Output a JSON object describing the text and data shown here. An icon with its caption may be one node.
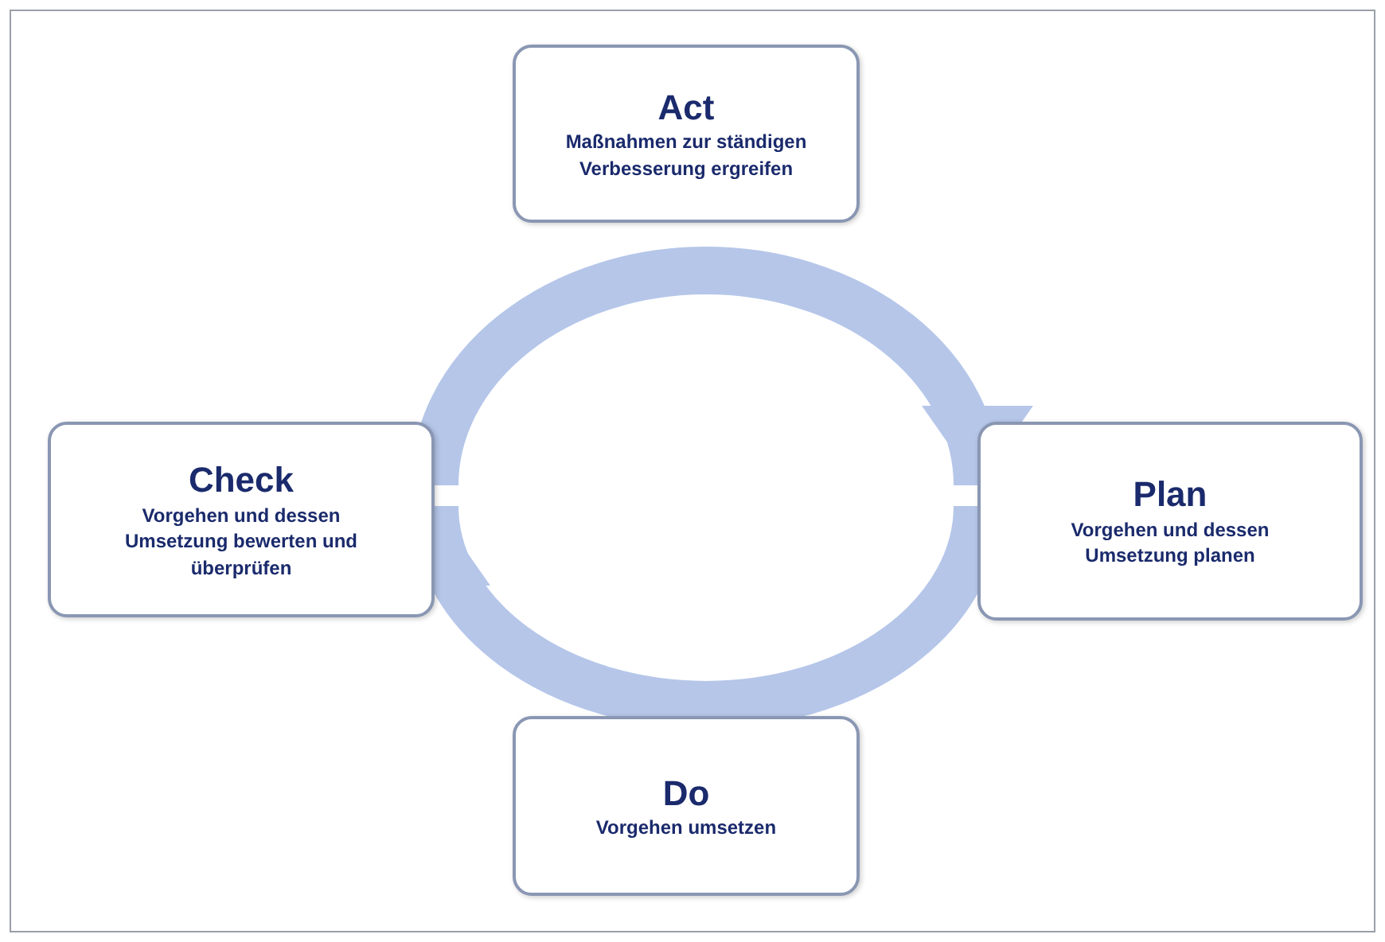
{
  "diagram": {
    "nodes": [
      {
        "text": [
          "Act",
          "Maßnahmen zur ständigen Verbesserung ergreifen"
        ]
      },
      {
        "text": [
          "Check",
          "Vorgehen und dessen Umsetzung bewerten und überprüfen"
        ]
      },
      {
        "text": [
          "Plan",
          "Vorgehen und dessen Umsetzung planen"
        ]
      },
      {
        "text": [
          "Do",
          "Vorgehen umsetzen"
        ]
      }
    ],
    "edges": [
      {
        "from": 1,
        "to": 2,
        "arrow": "to"
      },
      {
        "from": 2,
        "to": 1,
        "arrow": "to"
      }
    ]
  }
}
